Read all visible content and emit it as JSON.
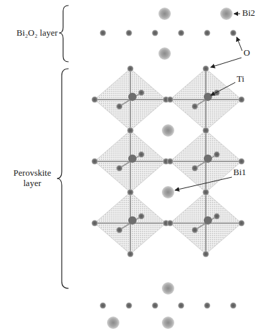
{
  "diagram": {
    "labels": [
      "Bi₂O₂ layer",
      "Perovskite layer",
      "Bi2",
      "O",
      "Ti",
      "Bi1"
    ]
  }
}
